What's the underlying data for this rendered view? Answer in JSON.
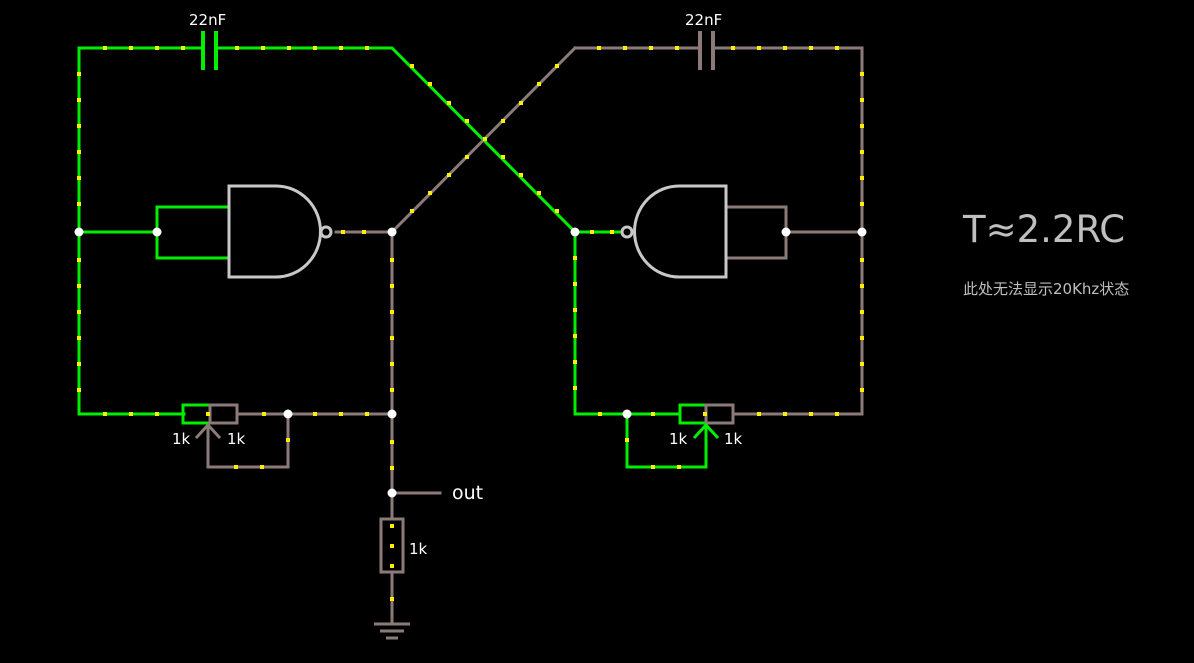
{
  "colors": {
    "background": "#000000",
    "active_wire": "#00ee00",
    "inactive_wire": "#8a7b78",
    "current_dot": "#ffee00",
    "gate": "#c8c8c8",
    "node": "#ffffff",
    "text": "#ffffff",
    "annotation_text": "#bfbfbf"
  },
  "components": {
    "capacitor_left": {
      "label": "22nF",
      "state": "active"
    },
    "capacitor_right": {
      "label": "22nF",
      "state": "inactive"
    },
    "pot_left": {
      "label_left": "1k",
      "label_right": "1k"
    },
    "pot_right": {
      "label_left": "1k",
      "label_right": "1k"
    },
    "load_resistor": {
      "label": "1k"
    },
    "output": {
      "label": "out"
    },
    "gate_left": {
      "type": "NAND"
    },
    "gate_right": {
      "type": "NAND"
    },
    "ground": {
      "icon": "ground-icon"
    }
  },
  "annotations": {
    "formula": "T≈2.2RC",
    "note": "此处无法显示20Khz状态"
  }
}
